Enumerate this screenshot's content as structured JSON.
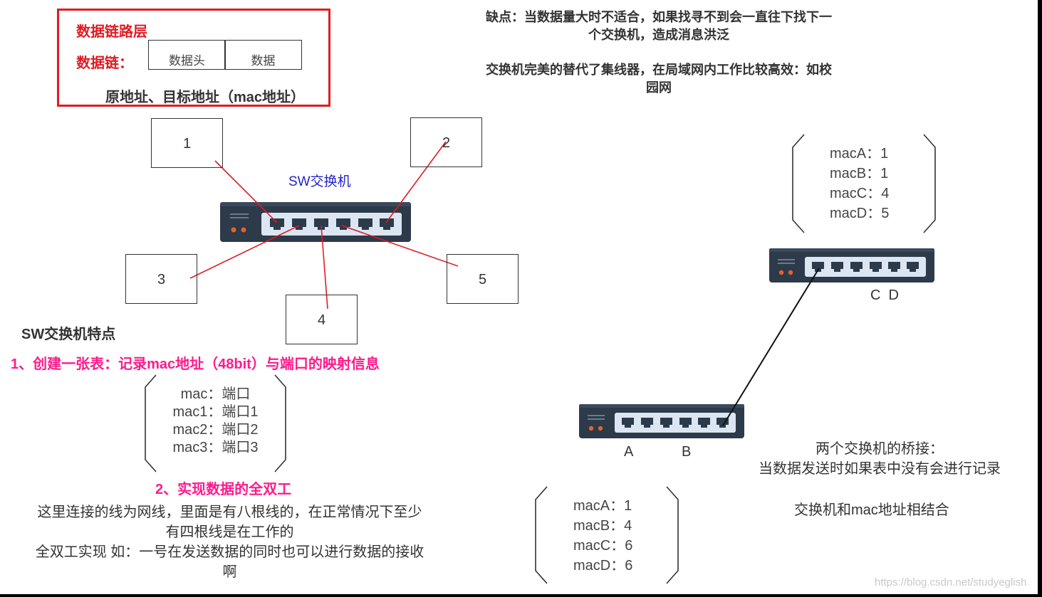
{
  "datalink": {
    "layer_title": "数据链路层",
    "frame_label": "数据链：",
    "frame_cells": [
      "数据头",
      "数据"
    ],
    "address_note": "原地址、目标地址（mac地址）"
  },
  "notes": {
    "drawback_line1": "缺点：当数据量大时不适合，如果找寻不到会一直往下找下一",
    "drawback_line2": "个交换机，造成消息洪泛",
    "advantage_line1": "交换机完美的替代了集线器，在局域网内工作比较高效：如校",
    "advantage_line2": "园网"
  },
  "switch": {
    "label": "SW交换机",
    "ports": [
      "1",
      "2",
      "3",
      "4",
      "5"
    ]
  },
  "features": {
    "title": "SW交换机特点",
    "item1": "1、创建一张表：记录mac地址（48bit）与端口的映射信息",
    "table_rows": [
      "mac：端口",
      "mac1：端口1",
      "mac2：端口2",
      "mac3：端口3"
    ],
    "item2": "2、实现数据的全双工",
    "desc_line1": "这里连接的线为网线，里面是有八根线的，在正常情况下至少",
    "desc_line2": "有四根线是在工作的",
    "desc_line3": "全双工实现 如：一号在发送数据的同时也可以进行数据的接收",
    "desc_line4": "啊"
  },
  "bridge": {
    "top_table": [
      "macA：1",
      "macB：1",
      "macC：4",
      "macD：5"
    ],
    "top_switch_hosts": "C  D",
    "bottom_switch_host_a": "A",
    "bottom_switch_host_b": "B",
    "bottom_table": [
      "macA：1",
      "macB：4",
      "macC：6",
      "macD：6"
    ],
    "title": "两个交换机的桥接：",
    "desc": "当数据发送时如果表中没有会进行记录",
    "summary": "交换机和mac地址相结合"
  },
  "watermark": "https://blog.csdn.net/studyeglish",
  "colors": {
    "red": "#e11b22",
    "pink": "#ff1a8c",
    "blue": "#2424c9",
    "switch_body": "#2c3a4a",
    "port_panel": "#dbe6f2",
    "led": "#e8612c"
  }
}
